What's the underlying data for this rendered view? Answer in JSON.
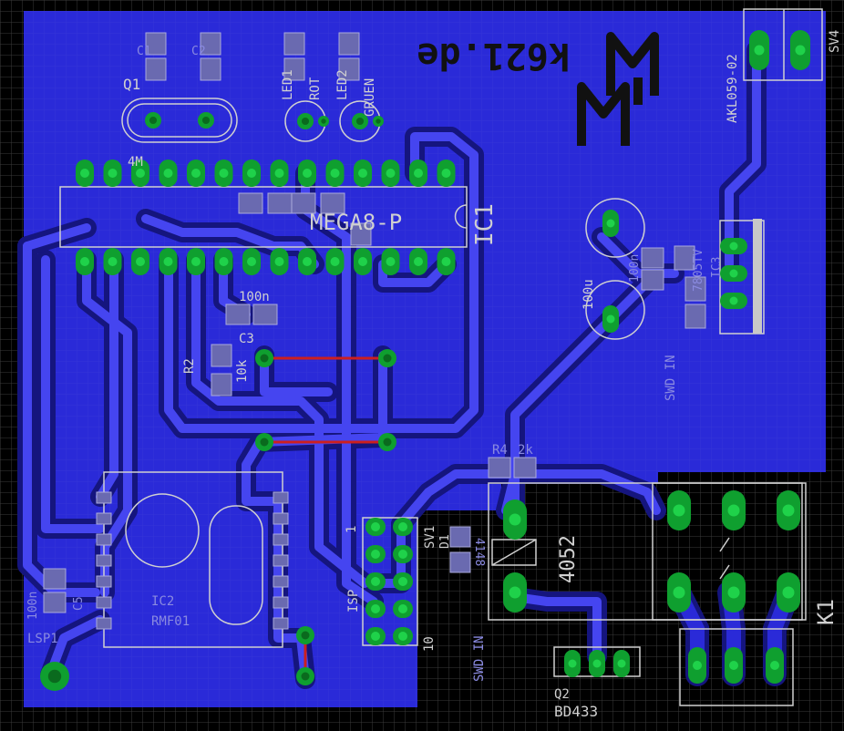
{
  "colors": {
    "background": "#000000",
    "grid": "#3a3a3a",
    "copper_bottom": "#2a2ad8",
    "trace_dark": "#15157e",
    "trace_light": "#4545f0",
    "via": "#0f9f2f",
    "via_hole": "#1fd24a",
    "silk": "#d0d0d0",
    "airwire": "#cc1f1f",
    "smd": "#6a6ab0",
    "smd_light": "#aaaadd"
  },
  "board": {
    "brand_text": "k621.de",
    "logo_text": "MM"
  },
  "labels": {
    "q1": "Q1",
    "q1_freq": "4M",
    "led1": "LED1",
    "led2": "LED2",
    "led1_color": "ROT",
    "led2_color": "GRUEN",
    "ic1": "IC1",
    "ic1_value": "MEGA8-P",
    "sv4": "SV4",
    "sv4_value": "AKL059-02",
    "ic3_value": "7805TV",
    "ic3_name": "IC3",
    "smd_in": "SWD IN",
    "cap_100u": "100u",
    "cap_100u_2": "100n",
    "c1": "C1",
    "c2": "C2",
    "r2": "R2",
    "r2_value": "10k",
    "c3": "C3",
    "c3_value": "100n",
    "c5": "C5",
    "c5_value": "100n",
    "r4": "R4",
    "r4_value": "2k",
    "ic2": "IC2",
    "ic2_value": "RMF01",
    "lsp1": "LSP1",
    "sv1": "SV1",
    "isp": "ISP",
    "sv1_pin1": "1",
    "sv1_pin10": "10",
    "d1": "D1",
    "d1_value": "4148",
    "relay_value": "4052",
    "k1": "K1",
    "q2": "Q2",
    "q2_value": "BD433",
    "smd_in_2": "SWD IN"
  }
}
